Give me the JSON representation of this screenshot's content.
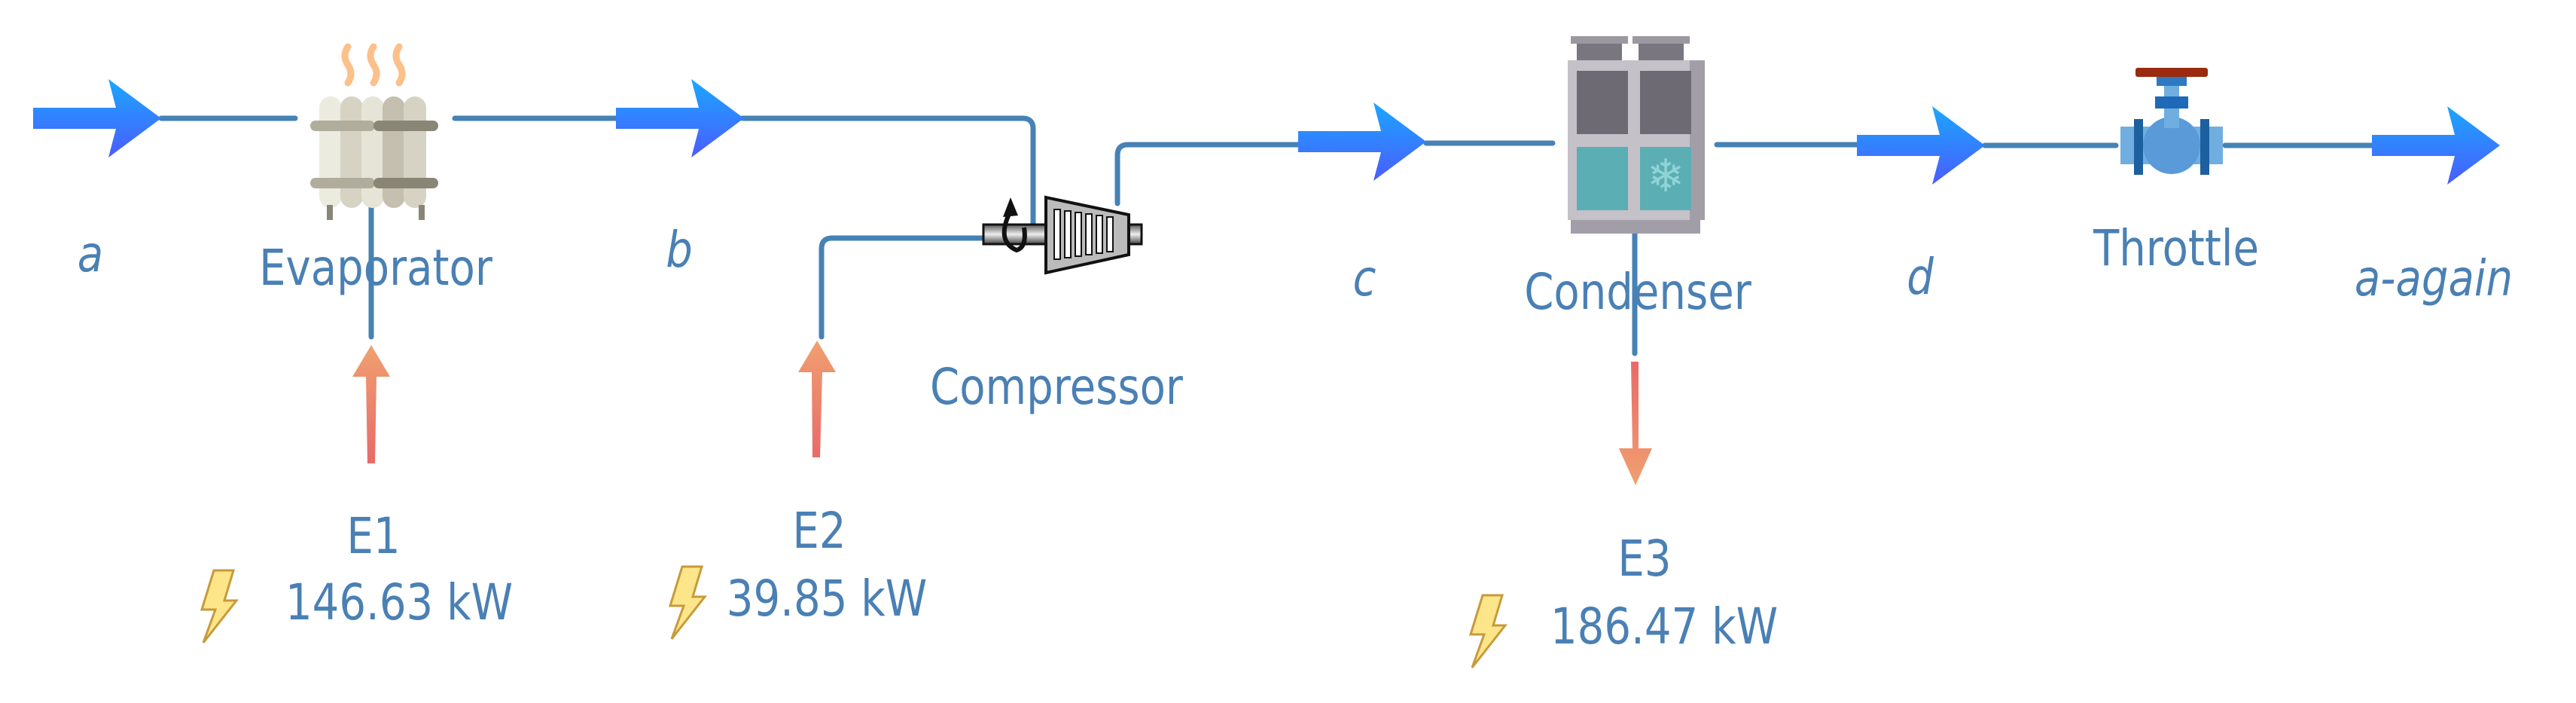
{
  "states": {
    "a": "a",
    "b": "b",
    "c": "c",
    "d": "d",
    "a_again": "a-again"
  },
  "components": {
    "evaporator": "Evaporator",
    "compressor": "Compressor",
    "condenser": "Condenser",
    "throttle": "Throttle"
  },
  "energies": [
    {
      "label": "E1",
      "value": "146.63 kW",
      "direction": "in"
    },
    {
      "label": "E2",
      "value": "39.85 kW",
      "direction": "in"
    },
    {
      "label": "E3",
      "value": "186.47 kW",
      "direction": "out"
    }
  ],
  "colors": {
    "pipe": "#4682b4",
    "text": "#4a80b4",
    "flow_arrow_start": "#1aa7ff",
    "flow_arrow_end": "#4b5cff",
    "energy_arrow_start": "#f0a070",
    "energy_arrow_end": "#e86a6a",
    "bolt": "#fde68a"
  },
  "icons": [
    "flow-arrow",
    "radiator-icon",
    "turbine-compressor-icon",
    "condenser-unit-icon",
    "valve-icon",
    "lightning-bolt-icon"
  ]
}
